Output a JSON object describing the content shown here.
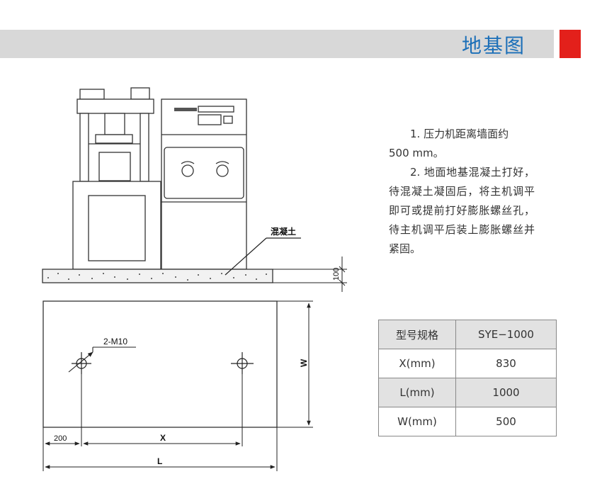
{
  "header": {
    "title": "地基图"
  },
  "drawing": {
    "concrete_label": "混凝土",
    "thickness_label": "100",
    "hole_label": "2-M10",
    "dim_w": "W",
    "dim_x": "X",
    "dim_200": "200",
    "dim_l": "L"
  },
  "notes": {
    "item1_a": "1. 压力机距离墙面约",
    "item1_b": "500 mm。",
    "item2": "2. 地面地基混凝土打好，待混凝土凝固后，将主机调平即可或提前打好膨胀螺丝孔，待主机调平后装上膨胀螺丝并紧固。"
  },
  "spec_table": {
    "rows": [
      {
        "label": "型号规格",
        "value": "SYE−1000"
      },
      {
        "label": "X(mm)",
        "value": "830"
      },
      {
        "label": "L(mm)",
        "value": "1000"
      },
      {
        "label": "W(mm)",
        "value": "500"
      }
    ]
  }
}
